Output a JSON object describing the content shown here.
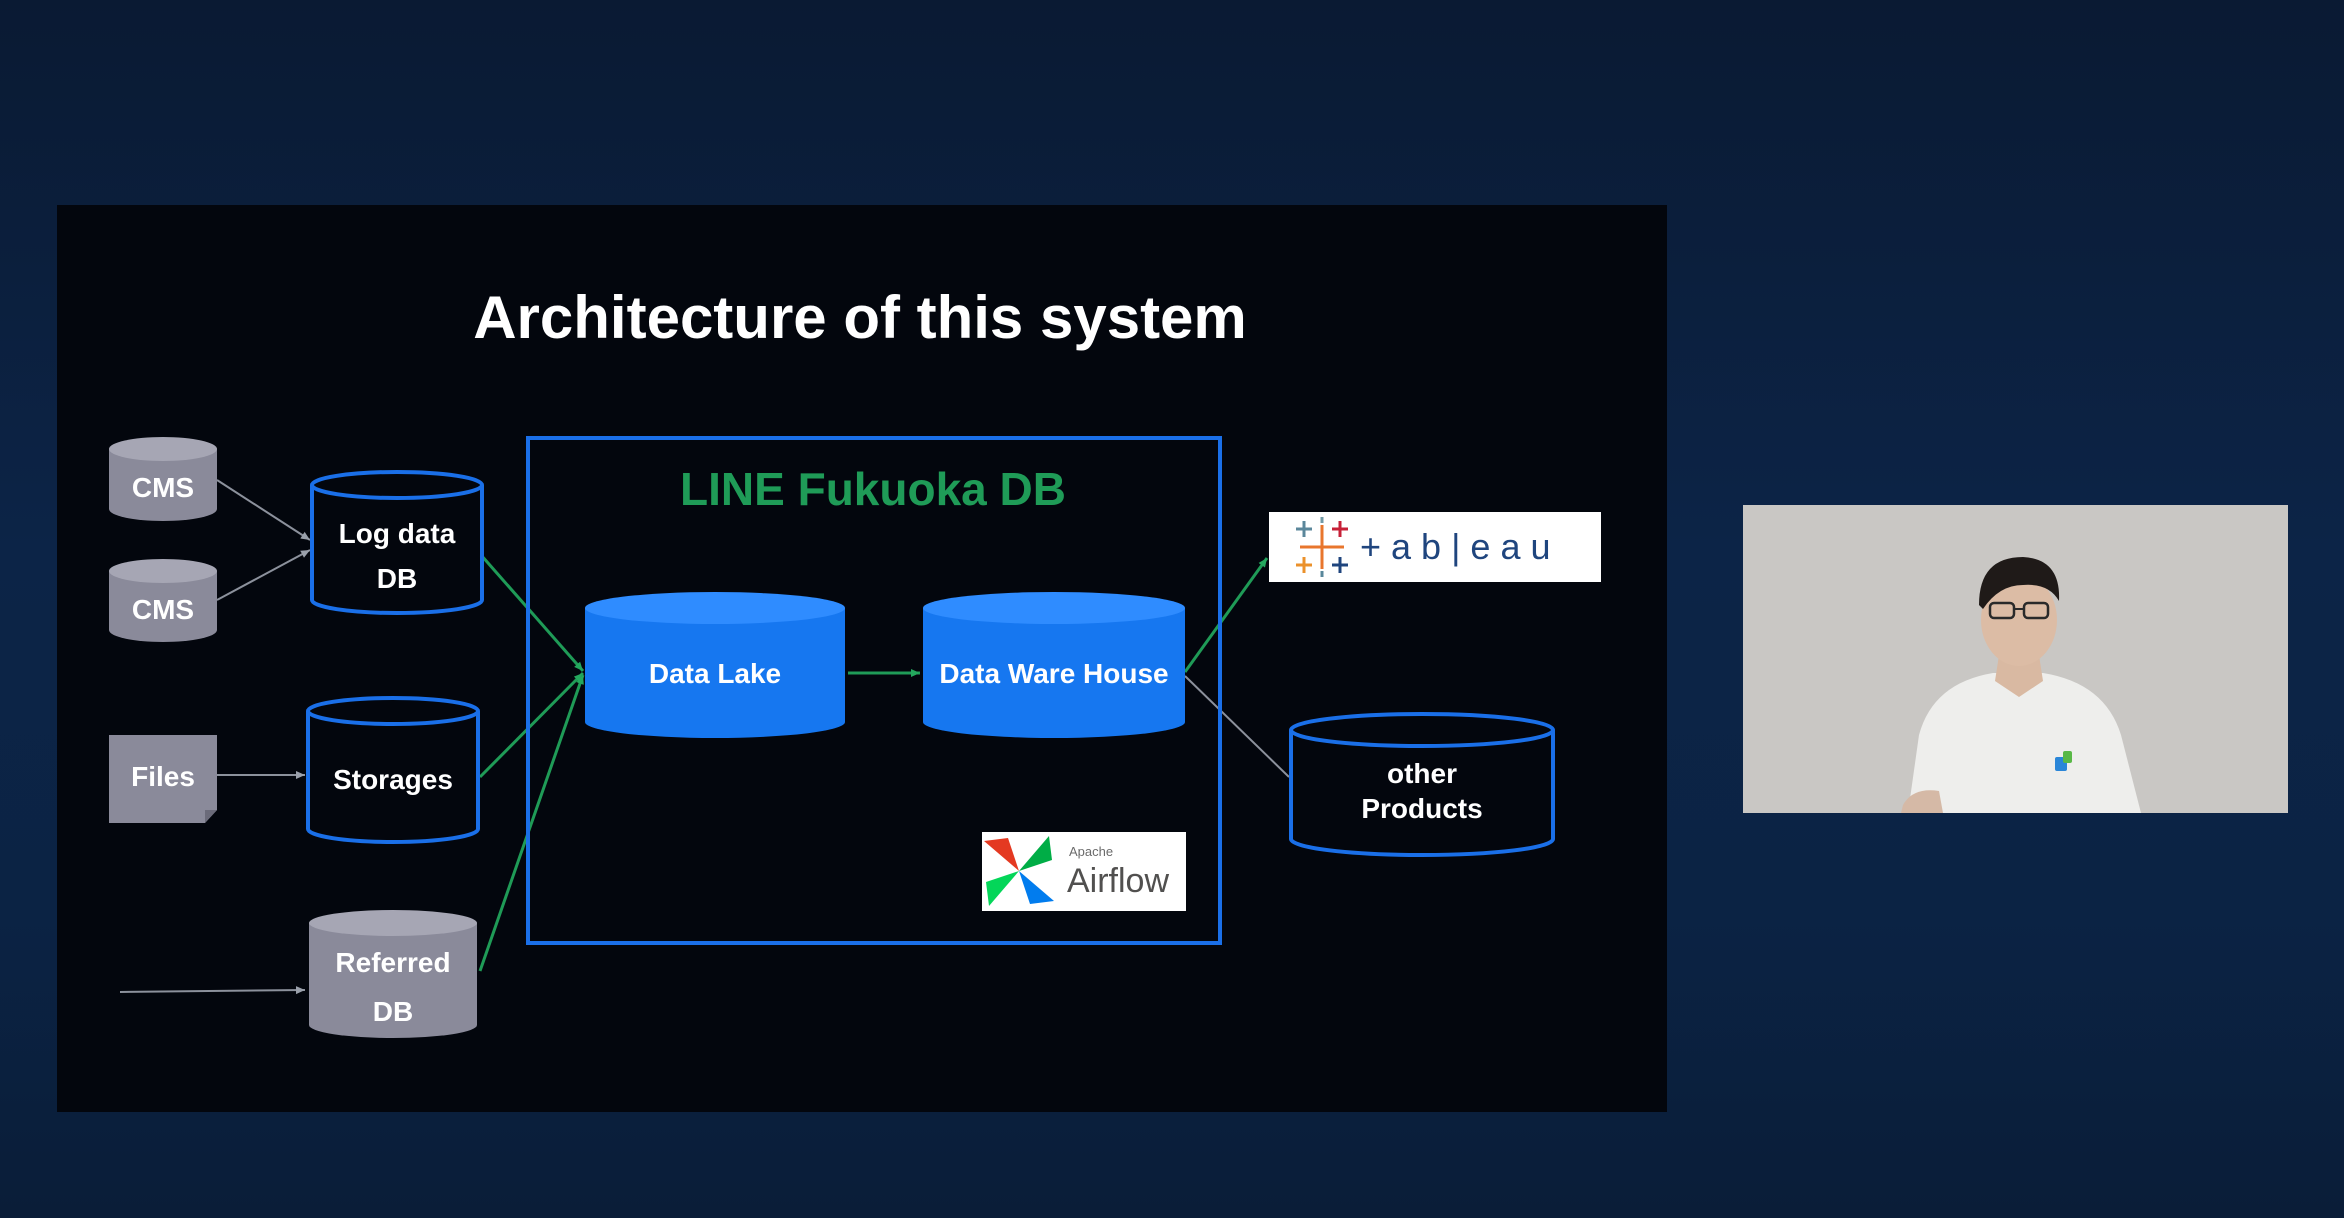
{
  "slide": {
    "title": "Architecture of this system",
    "box_title": "LINE Fukuoka DB",
    "sources": {
      "cms_1": "CMS",
      "cms_2": "CMS",
      "files": "Files",
      "log_db_line1": "Log data",
      "log_db_line2": "DB",
      "storages": "Storages",
      "referred_line1": "Referred",
      "referred_line2": "DB"
    },
    "data_lake": "Data Lake",
    "data_warehouse": "Data Ware House",
    "airflow": {
      "small": "Apache",
      "large": "Airflow"
    },
    "tableau": "+ a b | e a u",
    "other_line1": "other",
    "other_line2": "Products"
  },
  "colors": {
    "background": "#0b2344",
    "slide": "#03060d",
    "accent_blue": "#1a6fe8",
    "db_fill": "#1677f0",
    "green": "#1f9b57",
    "gray": "#8c8c9a"
  }
}
